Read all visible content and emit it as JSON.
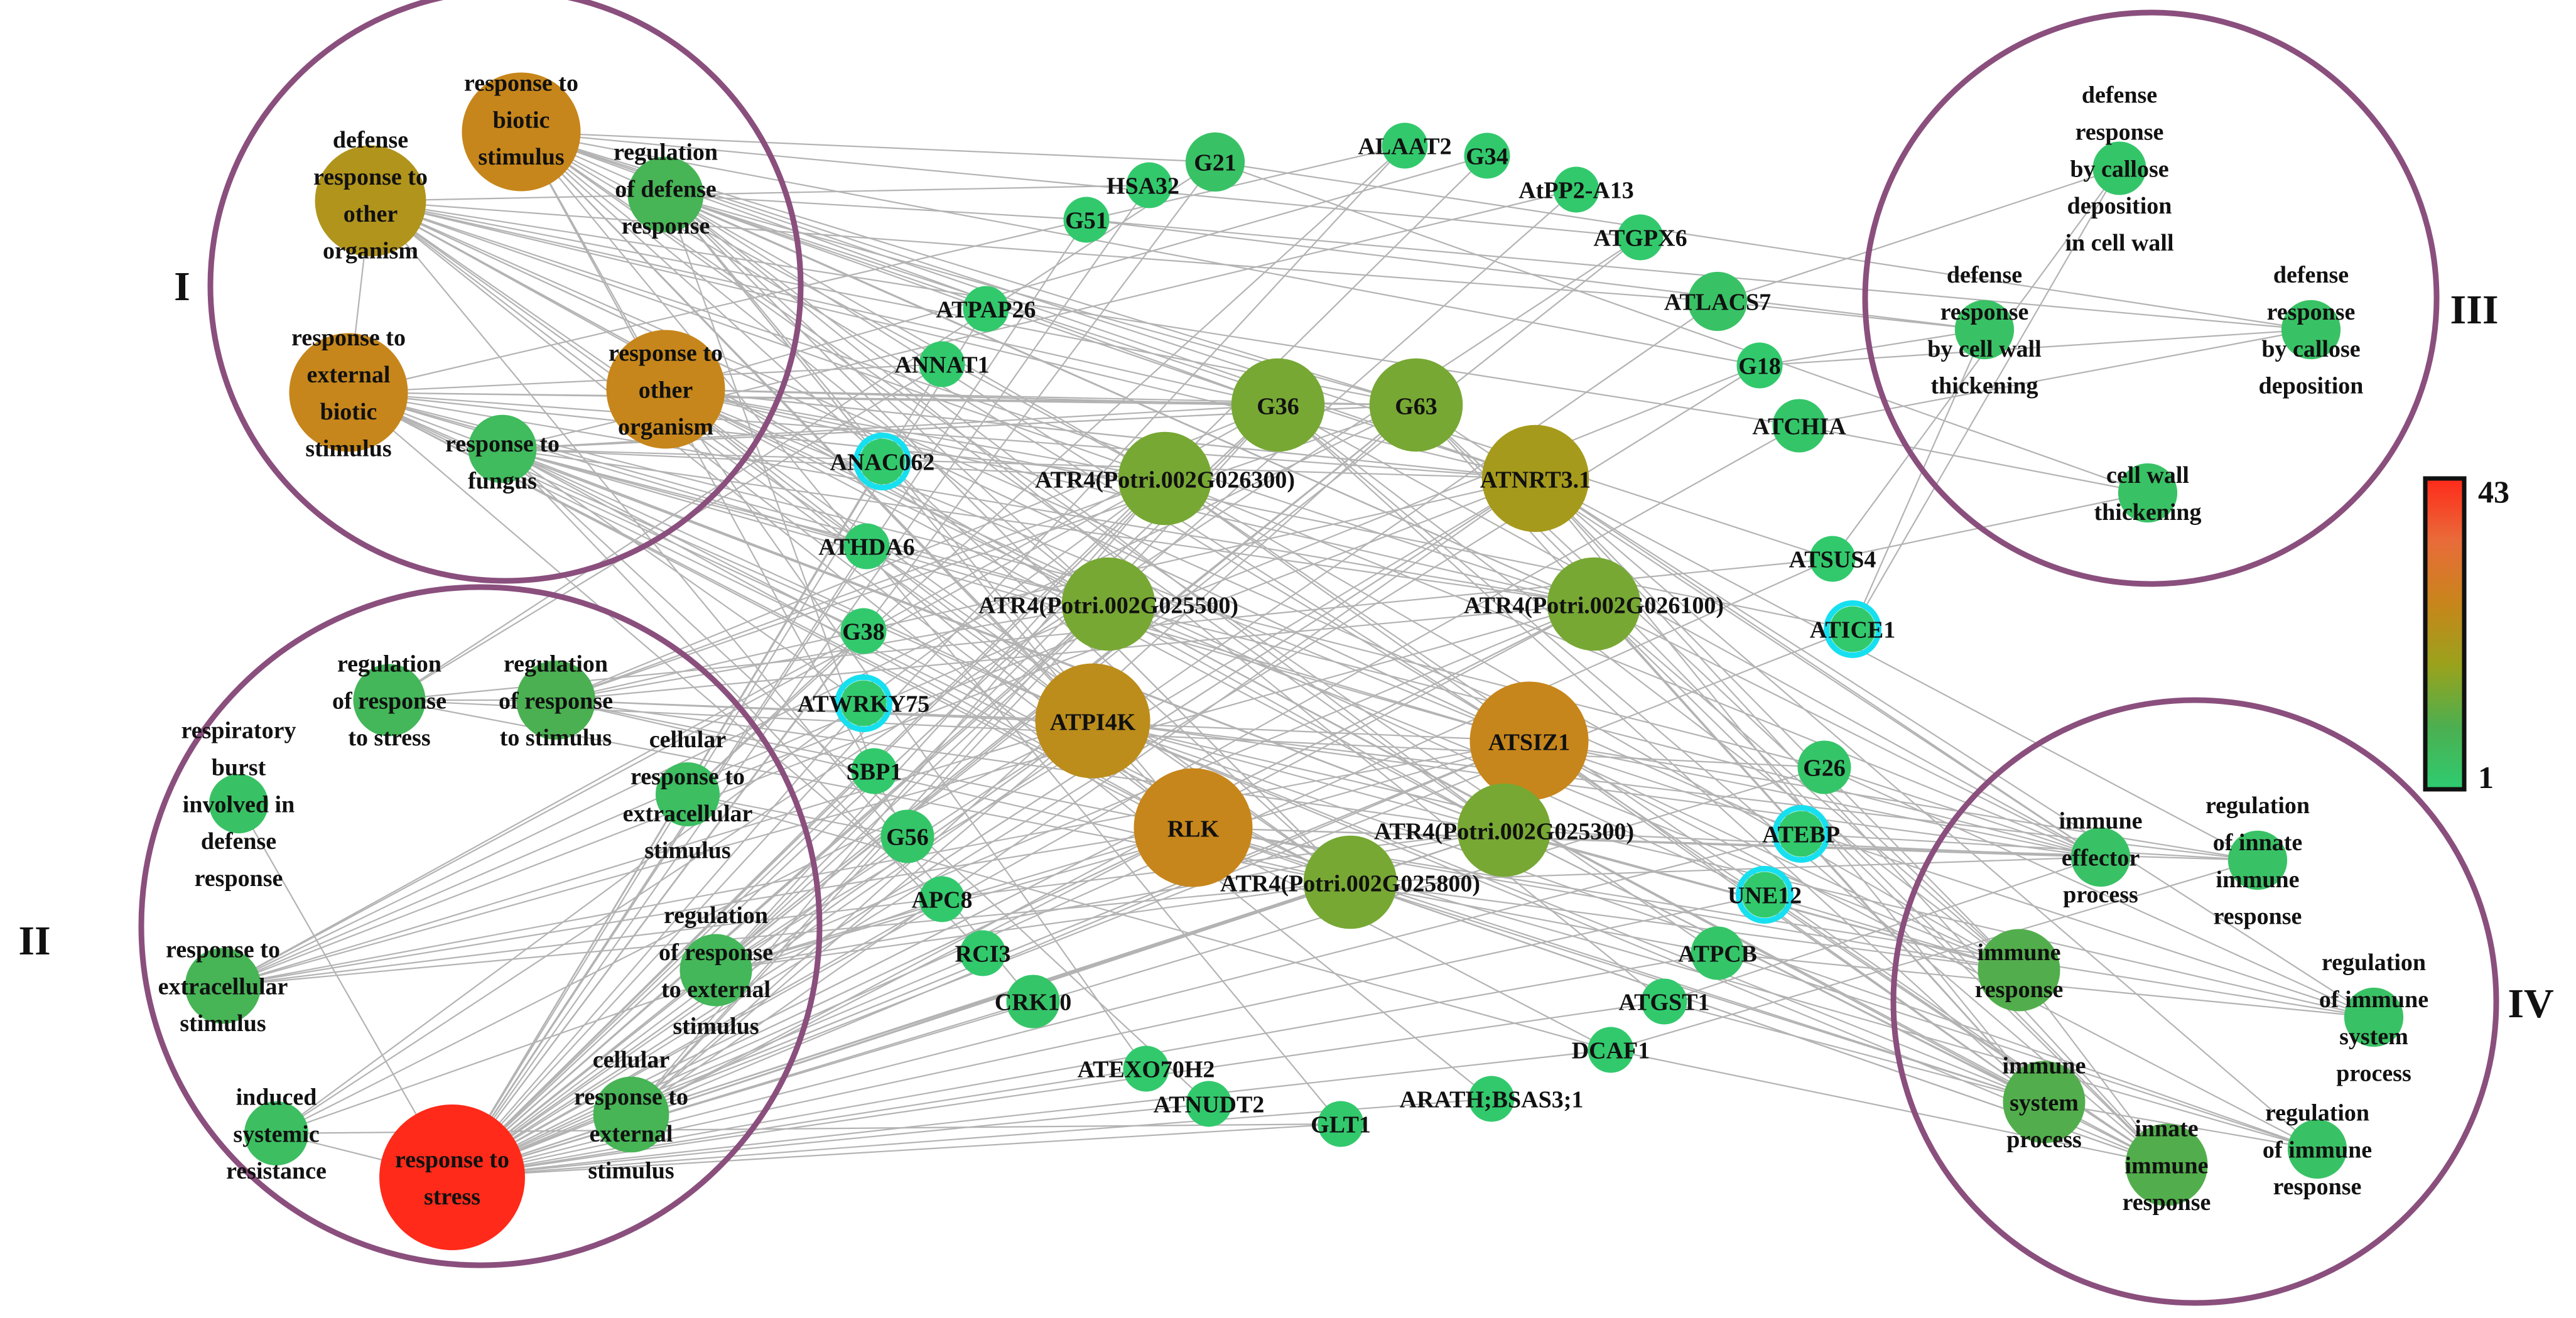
{
  "legend": {
    "max_label": "43",
    "min_label": "1",
    "max": 43,
    "min": 1,
    "colors": [
      "#2ecc71",
      "#4caf50",
      "#9aa21c",
      "#c8851b",
      "#e96b3a",
      "#ff2a1a"
    ]
  },
  "clusters": [
    {
      "id": "I",
      "label": "I"
    },
    {
      "id": "II",
      "label": "II"
    },
    {
      "id": "III",
      "label": "III"
    },
    {
      "id": "IV",
      "label": "IV"
    }
  ],
  "nodes": [
    {
      "id": "go_biotic",
      "label": "response to\nbiotic\nstimulus",
      "degree": 26,
      "halo": false
    },
    {
      "id": "go_defother",
      "label": "defense\nresponse to\nother\norganism",
      "degree": 22,
      "halo": false
    },
    {
      "id": "go_regdef",
      "label": "regulation\nof defense\nresponse",
      "degree": 8,
      "halo": false
    },
    {
      "id": "go_extbiotic",
      "label": "response to\nexternal\nbiotic\nstimulus",
      "degree": 26,
      "halo": false
    },
    {
      "id": "go_other",
      "label": "response to\nother\norganism",
      "degree": 26,
      "halo": false
    },
    {
      "id": "go_fungus",
      "label": "response to\nfungus",
      "degree": 6,
      "halo": false
    },
    {
      "id": "go_regstress",
      "label": "regulation\nof response\nto stress",
      "degree": 7,
      "halo": false
    },
    {
      "id": "go_regstim",
      "label": "regulation\nof response\nto stimulus",
      "degree": 9,
      "halo": false
    },
    {
      "id": "go_burst",
      "label": "respiratory\nburst\ninvolved in\ndefense\nresponse",
      "degree": 4,
      "halo": false
    },
    {
      "id": "go_cellextra",
      "label": "cellular\nresponse to\nextracellular\nstimulus",
      "degree": 5,
      "halo": false
    },
    {
      "id": "go_extra",
      "label": "response to\nextracellular\nstimulus",
      "degree": 8,
      "halo": false
    },
    {
      "id": "go_regext",
      "label": "regulation\nof response\nto external\nstimulus",
      "degree": 7,
      "halo": false
    },
    {
      "id": "go_isr",
      "label": "induced\nsystemic\nresistance",
      "degree": 5,
      "halo": false
    },
    {
      "id": "go_cellext",
      "label": "cellular\nresponse to\nexternal\nstimulus",
      "degree": 8,
      "halo": false
    },
    {
      "id": "go_stress",
      "label": "response to\nstress",
      "degree": 43,
      "halo": false
    },
    {
      "id": "go_callose_cw",
      "label": "defense\nresponse\nby callose\ndeposition\nin cell wall",
      "degree": 3,
      "halo": false
    },
    {
      "id": "go_cwthick_def",
      "label": "defense\nresponse\nby cell wall\nthickening",
      "degree": 4,
      "halo": false
    },
    {
      "id": "go_callose",
      "label": "defense\nresponse\nby callose\ndeposition",
      "degree": 4,
      "halo": false
    },
    {
      "id": "go_cwthick",
      "label": "cell wall\nthickening",
      "degree": 4,
      "halo": false
    },
    {
      "id": "go_immeff",
      "label": "immune\neffector\nprocess",
      "degree": 4,
      "halo": false
    },
    {
      "id": "go_reginnate",
      "label": "regulation\nof innate\nimmune\nresponse",
      "degree": 4,
      "halo": false
    },
    {
      "id": "go_immresp",
      "label": "immune\nresponse",
      "degree": 10,
      "halo": false
    },
    {
      "id": "go_regimmsys",
      "label": "regulation\nof immune\nsystem\nprocess",
      "degree": 4,
      "halo": false
    },
    {
      "id": "go_immsys",
      "label": "immune\nsystem\nprocess",
      "degree": 10,
      "halo": false
    },
    {
      "id": "go_innate",
      "label": "innate\nimmune\nresponse",
      "degree": 10,
      "halo": false
    },
    {
      "id": "go_regimm",
      "label": "regulation\nof immune\nresponse",
      "degree": 4,
      "halo": false
    },
    {
      "id": "g_G21",
      "label": "G21",
      "degree": 4,
      "halo": false
    },
    {
      "id": "g_HSA32",
      "label": "HSA32",
      "degree": 2,
      "halo": false
    },
    {
      "id": "g_G51",
      "label": "G51",
      "degree": 2,
      "halo": false
    },
    {
      "id": "g_ALAAT2",
      "label": "ALAAT2",
      "degree": 2,
      "halo": false
    },
    {
      "id": "g_G34",
      "label": "G34",
      "degree": 2,
      "halo": false
    },
    {
      "id": "g_AtPP2",
      "label": "AtPP2-A13",
      "degree": 2,
      "halo": false
    },
    {
      "id": "g_ATGPX6",
      "label": "ATGPX6",
      "degree": 2,
      "halo": false
    },
    {
      "id": "g_ATLACS7",
      "label": "ATLACS7",
      "degree": 4,
      "halo": false
    },
    {
      "id": "g_ATPAP26",
      "label": "ATPAP26",
      "degree": 2,
      "halo": false
    },
    {
      "id": "g_ANNAT1",
      "label": "ANNAT1",
      "degree": 2,
      "halo": false
    },
    {
      "id": "g_G36",
      "label": "G36",
      "degree": 14,
      "halo": false
    },
    {
      "id": "g_G63",
      "label": "G63",
      "degree": 14,
      "halo": false
    },
    {
      "id": "g_G18",
      "label": "G18",
      "degree": 2,
      "halo": false
    },
    {
      "id": "g_ATCHIA",
      "label": "ATCHIA",
      "degree": 3,
      "halo": false
    },
    {
      "id": "g_ANAC062",
      "label": "ANAC062",
      "degree": 2,
      "halo": true
    },
    {
      "id": "g_ATR4_026300",
      "label": "ATR4(Potri.002G026300)",
      "degree": 14,
      "halo": false
    },
    {
      "id": "g_ATNRT3",
      "label": "ATNRT3.1",
      "degree": 20,
      "halo": false
    },
    {
      "id": "g_ATHDA6",
      "label": "ATHDA6",
      "degree": 2,
      "halo": false
    },
    {
      "id": "g_ATSUS4",
      "label": "ATSUS4",
      "degree": 2,
      "halo": false
    },
    {
      "id": "g_ATR4_025500",
      "label": "ATR4(Potri.002G025500)",
      "degree": 14,
      "halo": false
    },
    {
      "id": "g_ATR4_026100",
      "label": "ATR4(Potri.002G026100)",
      "degree": 14,
      "halo": false
    },
    {
      "id": "g_G38",
      "label": "G38",
      "degree": 2,
      "halo": false
    },
    {
      "id": "g_ATICE1",
      "label": "ATICE1",
      "degree": 2,
      "halo": true
    },
    {
      "id": "g_ATWRKY75",
      "label": "ATWRKY75",
      "degree": 2,
      "halo": true
    },
    {
      "id": "g_ATPI4K",
      "label": "ATPI4K",
      "degree": 24,
      "halo": false
    },
    {
      "id": "g_ATSIZ1",
      "label": "ATSIZ1",
      "degree": 26,
      "halo": false
    },
    {
      "id": "g_SBP1",
      "label": "SBP1",
      "degree": 2,
      "halo": false
    },
    {
      "id": "g_G26",
      "label": "G26",
      "degree": 3,
      "halo": false
    },
    {
      "id": "g_RLK",
      "label": "RLK",
      "degree": 26,
      "halo": false
    },
    {
      "id": "g_ATR4_025300",
      "label": "ATR4(Potri.002G025300)",
      "degree": 14,
      "halo": false
    },
    {
      "id": "g_G56",
      "label": "G56",
      "degree": 3,
      "halo": false
    },
    {
      "id": "g_ATEBP",
      "label": "ATEBP",
      "degree": 2,
      "halo": true
    },
    {
      "id": "g_ATR4_025800",
      "label": "ATR4(Potri.002G025800)",
      "degree": 14,
      "halo": false
    },
    {
      "id": "g_APC8",
      "label": "APC8",
      "degree": 2,
      "halo": false
    },
    {
      "id": "g_UNE12",
      "label": "UNE12",
      "degree": 2,
      "halo": true
    },
    {
      "id": "g_RCI3",
      "label": "RCI3",
      "degree": 2,
      "halo": false
    },
    {
      "id": "g_ATPCB",
      "label": "ATPCB",
      "degree": 3,
      "halo": false
    },
    {
      "id": "g_CRK10",
      "label": "CRK10",
      "degree": 3,
      "halo": false
    },
    {
      "id": "g_ATGST1",
      "label": "ATGST1",
      "degree": 2,
      "halo": false
    },
    {
      "id": "g_DCAF1",
      "label": "DCAF1",
      "degree": 2,
      "halo": false
    },
    {
      "id": "g_ATEXO70H2",
      "label": "ATEXO70H2",
      "degree": 2,
      "halo": false
    },
    {
      "id": "g_ATNUDT2",
      "label": "ATNUDT2",
      "degree": 2,
      "halo": false
    },
    {
      "id": "g_GLT1",
      "label": "GLT1",
      "degree": 2,
      "halo": false
    },
    {
      "id": "g_ARATH",
      "label": "ARATH;BSAS3;1",
      "degree": 2,
      "halo": false
    }
  ]
}
